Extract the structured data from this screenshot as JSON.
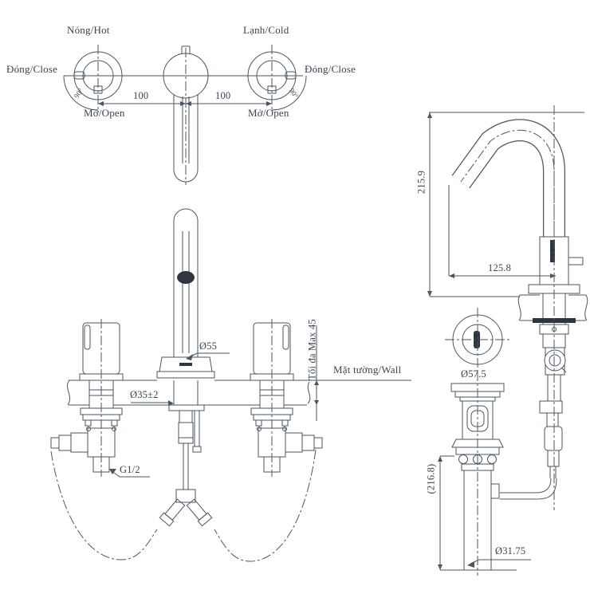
{
  "drawing_title": "3-hole basin faucet installation drawing",
  "colors": {
    "line": "#4b5563",
    "dark": "#2f3640",
    "text": "#3b4252",
    "bg": "#ffffff"
  },
  "plan_view": {
    "hot_label": "Nóng/Hot",
    "cold_label": "Lạnh/Cold",
    "close_left_label": "Đóng/Close",
    "close_right_label": "Đóng/Close",
    "open_left_label": "Mở/Open",
    "open_right_label": "Mở/Open",
    "spacing_left_mm": "100",
    "spacing_right_mm": "100",
    "angle_left": "90°",
    "angle_right": "90°"
  },
  "front_view": {
    "spout_base_dia": "Ø55",
    "hole_dia": "Ø35±2",
    "thread_size": "G1/2",
    "wall_label": "Mặt tường/Wall",
    "max_thickness_label": "Tối đa Max 45"
  },
  "side_view": {
    "height_mm": "215.9",
    "reach_mm": "125.8"
  },
  "drain": {
    "flange_dia": "Ø57.5",
    "length_mm": "(216.8)",
    "pipe_dia": "Ø31.75"
  }
}
